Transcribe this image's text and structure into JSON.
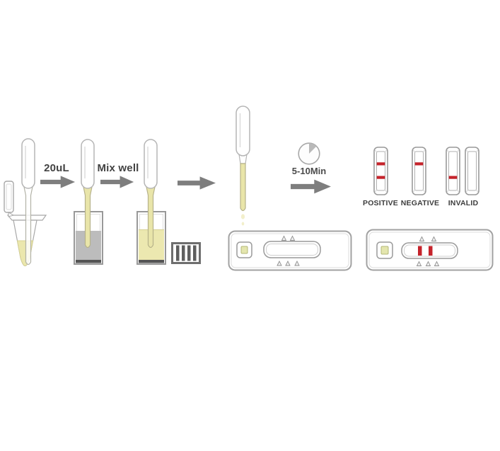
{
  "diagram_title": "rapid-test-procedure-instructions",
  "steps": {
    "volume_label": "20uL",
    "mix_label": "Mix well",
    "wait_label": "5-10Min"
  },
  "results": {
    "labels": {
      "positive": "POSITIVE",
      "negative": "NEGATIVE",
      "invalid": "INVALID"
    },
    "strips": [
      {
        "name": "positive-strip",
        "lines": [
          "control",
          "test"
        ]
      },
      {
        "name": "negative-strip",
        "lines": [
          "control"
        ]
      },
      {
        "name": "invalid-strip-1",
        "lines": [
          "test"
        ]
      },
      {
        "name": "invalid-strip-2",
        "lines": []
      }
    ]
  },
  "cassettes": [
    {
      "name": "blank-cassette",
      "lines": []
    },
    {
      "name": "positive-result-cassette",
      "lines": [
        "test",
        "control"
      ]
    }
  ],
  "icons": {
    "timer": "timer-icon",
    "arrow": "arrow-right-icon",
    "dropper": "dropper-icon",
    "tube": "sample-tube-icon",
    "strip_pack": "test-strip-pack-icon"
  },
  "colors": {
    "sample_yellow": "#ebe7ad",
    "buffer_gray": "#bcbcbc",
    "line_red": "#c5232b",
    "arrow_gray": "#7e7e7e",
    "outline_gray": "#9a9a9a",
    "text_dark": "#3f3f3f",
    "well_yellow": "#e4e6ae"
  }
}
